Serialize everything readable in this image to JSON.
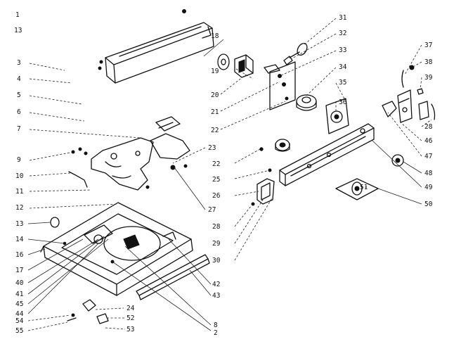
{
  "labels": {
    "l1": "1",
    "l13a": "13",
    "l3": "3",
    "l4": "4",
    "l5": "5",
    "l6": "6",
    "l7": "7",
    "l9": "9",
    "l10": "10",
    "l11": "11",
    "l12": "12",
    "l13b": "13",
    "l14": "14",
    "l16": "16",
    "l17": "17",
    "l40": "40",
    "l41": "41",
    "l45": "45",
    "l44": "44",
    "l54": "54",
    "l55": "55",
    "l24": "24",
    "l52": "52",
    "l53": "53",
    "l18": "18",
    "l19": "19",
    "l20": "20",
    "l21": "21",
    "l22a": "22",
    "l31": "31",
    "l32": "32",
    "l33": "33",
    "l34": "34",
    "l35": "35",
    "l36": "36",
    "l23": "23",
    "l22b": "22",
    "l25": "25",
    "l26": "26",
    "l27": "27",
    "l28a": "28",
    "l29": "29",
    "l30": "30",
    "l42": "42",
    "l43": "43",
    "l8": "8",
    "l2": "2",
    "l37": "37",
    "l38": "38",
    "l39": "39",
    "l28b": "28",
    "l46": "46",
    "l47": "47",
    "l48": "48",
    "l49": "49",
    "l50": "50",
    "l51": "51"
  }
}
